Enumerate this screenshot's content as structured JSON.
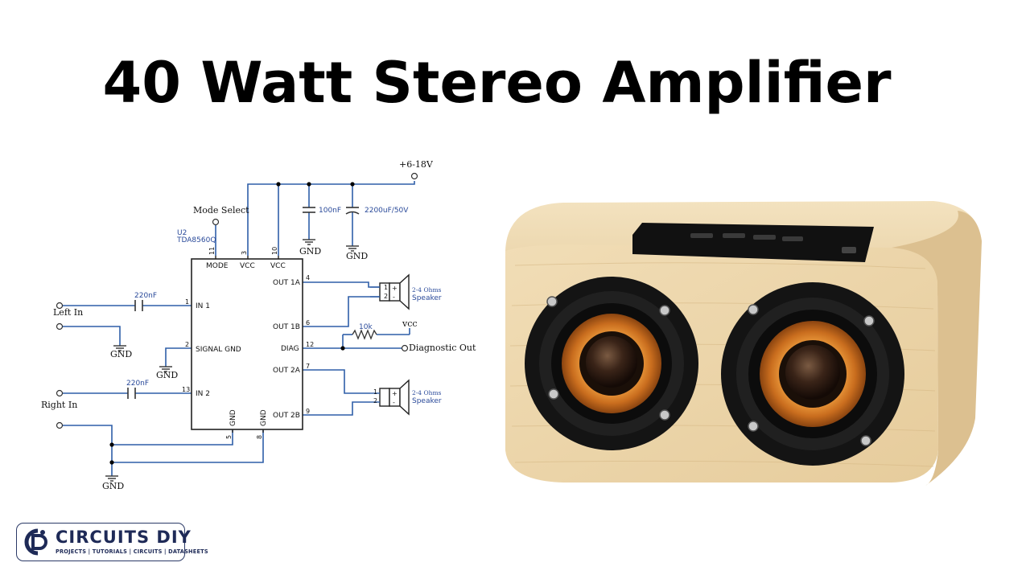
{
  "title": "40 Watt Stereo Amplifier",
  "schematic": {
    "supply": "+6-18V",
    "mode_select": "Mode Select",
    "ic_ref": "U2",
    "ic_part": "TDA8560Q",
    "pins": {
      "mode": "MODE",
      "vcc1": "VCC",
      "vcc2": "VCC",
      "in1": "IN 1",
      "signal_gnd": "SIGNAL GND",
      "in2": "IN 2",
      "out1a": "OUT 1A",
      "out1b": "OUT 1B",
      "diag": "DIAG",
      "out2a": "OUT 2A",
      "out2b": "OUT 2B",
      "gnd1": "GND",
      "gnd2": "GND"
    },
    "pin_numbers": {
      "mode": "11",
      "vcc1": "3",
      "vcc2": "10",
      "in1": "1",
      "signal_gnd": "2",
      "in2": "13",
      "out1a": "4",
      "out1b": "6",
      "diag": "12",
      "out2a": "7",
      "out2b": "9",
      "gnd1": "5",
      "gnd2": "8"
    },
    "c_100nf": "100nF",
    "c_2200uf": "2200uF/50V",
    "c_in1": "220nF",
    "c_in2": "220nF",
    "r_diag": "10k",
    "vcc_label": "vcc",
    "diagnostic_out": "Diagnostic Out",
    "left_in": "Left In",
    "right_in": "Right In",
    "gnd": "GND",
    "speaker_ohms": "2-4 Ohms",
    "speaker_label": "Speaker",
    "spk_pin1": "1",
    "spk_pin2": "2",
    "plus": "+",
    "minus": "-"
  },
  "logo": {
    "name": "CIRCUITS DIY",
    "tagline": "PROJECTS | TUTORIALS | CIRCUITS | DATASHEETS"
  },
  "colors": {
    "wire": "#2f5fa8",
    "label_blue": "#2a4a9a",
    "wood": "#ecd6ac",
    "wood_dark": "#d8bb89",
    "speaker_ring": "#111111",
    "cone": "#d9822b",
    "logo_navy": "#1e2a57"
  }
}
